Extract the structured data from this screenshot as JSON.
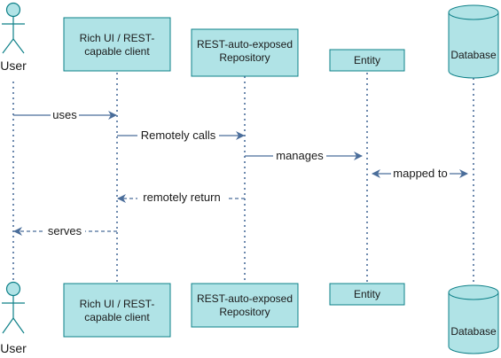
{
  "participants": {
    "user": {
      "label": "User"
    },
    "client": {
      "label_line1": "Rich UI / REST-",
      "label_line2": "capable client"
    },
    "repository": {
      "label_line1": "REST-auto-exposed",
      "label_line2": "Repository"
    },
    "entity": {
      "label": "Entity"
    },
    "database": {
      "label": "Database"
    }
  },
  "messages": [
    {
      "label": "uses",
      "from": "User",
      "to": "Rich UI / REST-capable client",
      "style": "solid"
    },
    {
      "label": "Remotely calls",
      "from": "Rich UI / REST-capable client",
      "to": "REST-auto-exposed Repository",
      "style": "solid"
    },
    {
      "label": "manages",
      "from": "REST-auto-exposed Repository",
      "to": "Entity",
      "style": "solid"
    },
    {
      "label": "mapped to",
      "from": "Entity",
      "to": "Database",
      "style": "solid-bidirectional"
    },
    {
      "label": "remotely return",
      "from": "REST-auto-exposed Repository",
      "to": "Rich UI / REST-capable client",
      "style": "dashed"
    },
    {
      "label": "serves",
      "from": "Rich UI / REST-capable client",
      "to": "User",
      "style": "dashed"
    }
  ],
  "colors": {
    "box_fill": "#b0e3e6",
    "box_stroke": "#0e8088",
    "arrow": "#4a6d9a",
    "lifeline": "#4a6d9a"
  }
}
